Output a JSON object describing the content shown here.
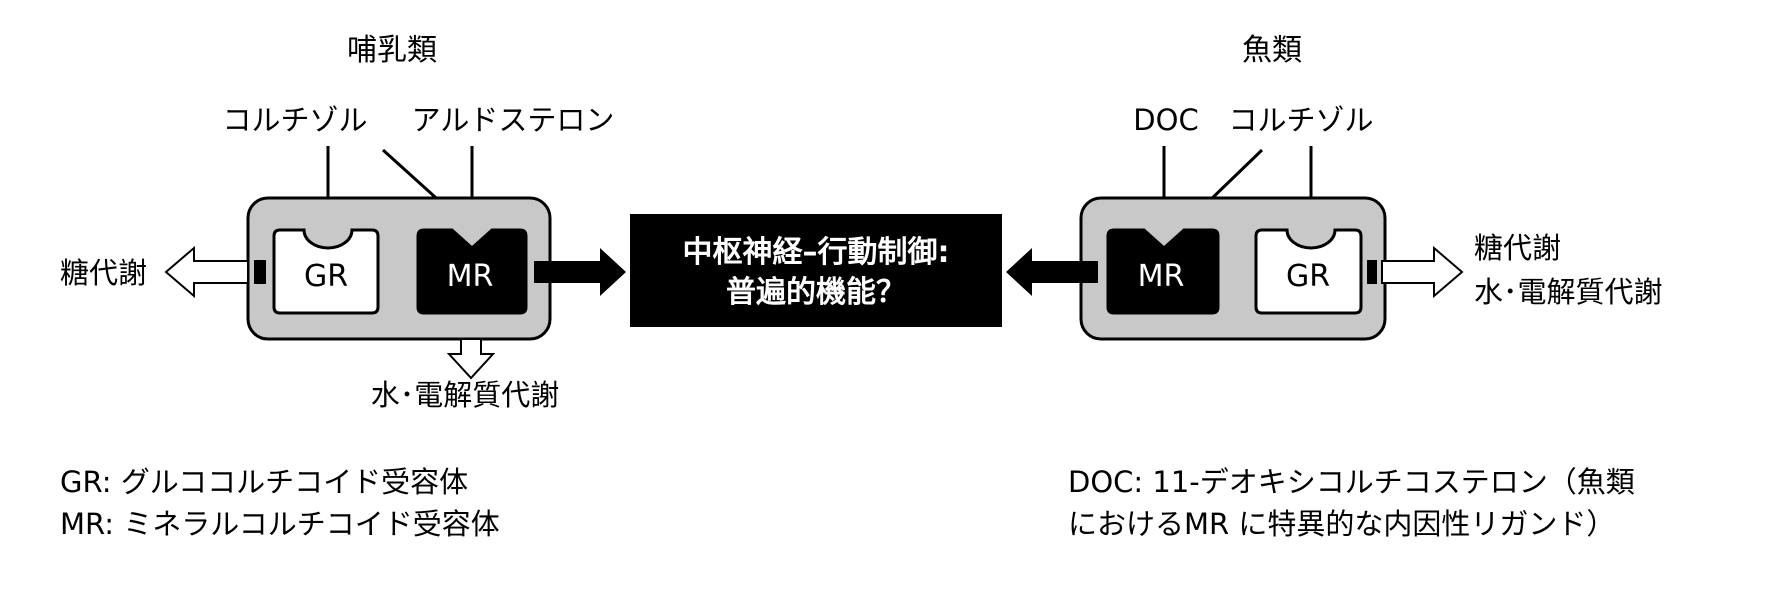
{
  "mammal": {
    "heading": "哺乳類",
    "ligand_left": "コルチゾル",
    "ligand_right": "アルドステロン",
    "gr_label": "GR",
    "mr_label": "MR",
    "gr_output": "糖代謝",
    "mr_output": "水･電解質代謝"
  },
  "fish": {
    "heading": "魚類",
    "ligand_left": "DOC",
    "ligand_right": "コルチゾル",
    "mr_label": "MR",
    "gr_label": "GR",
    "output_line1": "糖代謝",
    "output_line2": "水･電解質代謝"
  },
  "center": {
    "line1": "中枢神経–行動制御:",
    "line2": "普遍的機能？"
  },
  "legend_left": {
    "line1": "GR: グルココルチコイド受容体",
    "line2": "MR: ミネラルコルチコイド受容体"
  },
  "legend_right": {
    "line1": "DOC: 11-デオキシコルチコステロン（魚類",
    "line2": "におけるMR に特異的な内因性リガンド）"
  },
  "colors": {
    "cell_fill": "#c8c8c8",
    "receptor_dark": "#000000",
    "receptor_light": "#ffffff"
  }
}
